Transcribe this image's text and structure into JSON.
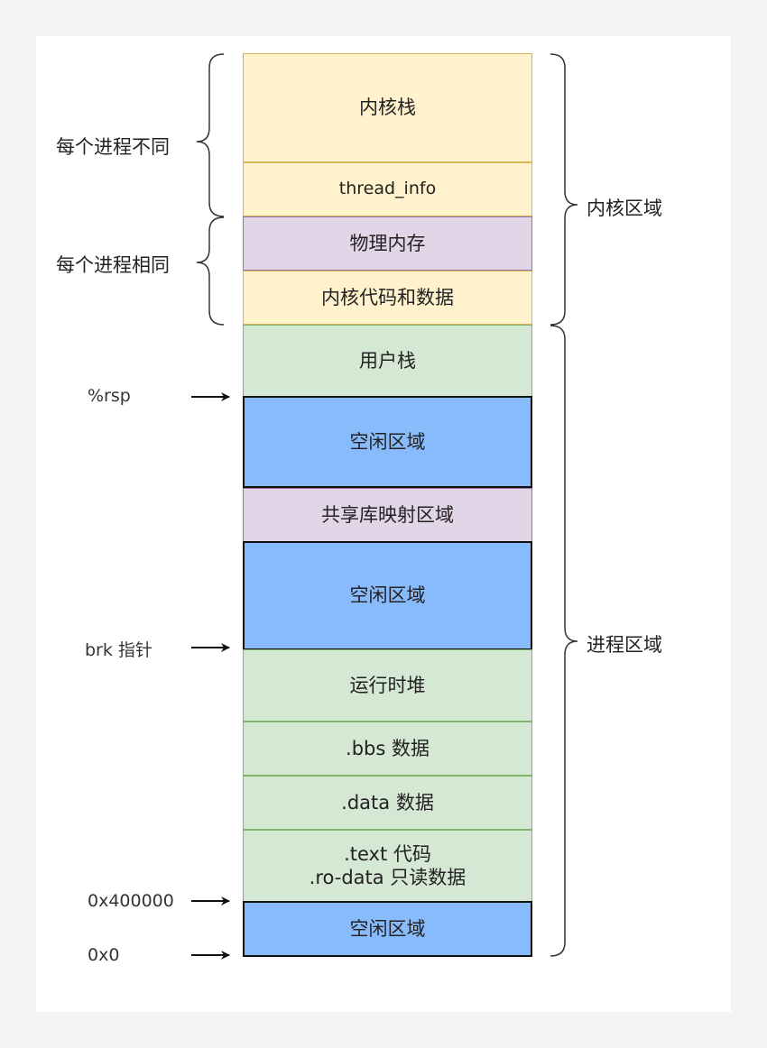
{
  "segments": {
    "kernel_stack": "内核栈",
    "thread_info": "thread_info",
    "physical_memory": "物理内存",
    "kernel_code_data": "内核代码和数据",
    "user_stack": "用户栈",
    "free_area_1": "空闲区域",
    "shared_lib": "共享库映射区域",
    "free_area_2": "空闲区域",
    "runtime_heap": "运行时堆",
    "bbs_data": ".bbs 数据",
    "data_data": ".data 数据",
    "text_code": ".text 代码\n.ro-data 只读数据",
    "free_area_3": "空闲区域"
  },
  "left_labels": {
    "per_process_diff": "每个进程不同",
    "per_process_same": "每个进程相同"
  },
  "right_labels": {
    "kernel_region": "内核区域",
    "process_region": "进程区域"
  },
  "pointers": {
    "rsp": "%rsp",
    "brk": "brk 指针",
    "addr_400000": "0x400000",
    "addr_0": "0x0"
  },
  "colors": {
    "kernel_yellow": "#fff2cc",
    "shared_purple": "#e1d5e7",
    "process_green": "#d5e8d4",
    "free_blue": "#88bbfc"
  }
}
